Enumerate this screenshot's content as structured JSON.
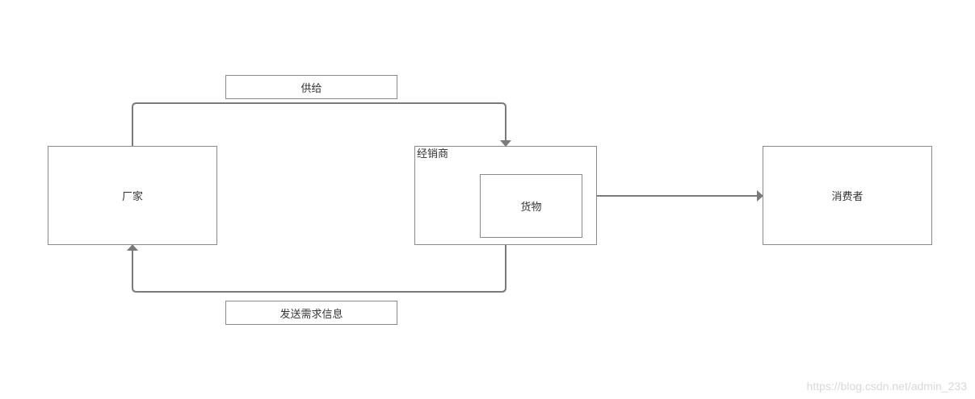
{
  "diagram": {
    "nodes": {
      "manufacturer": "厂家",
      "distributor": "经销商",
      "goods": "货物",
      "consumer": "消费者"
    },
    "edges": {
      "supply_label": "供给",
      "demand_label": "发送需求信息"
    },
    "stroke_color": "#7a7a7a",
    "border_color": "#8a8a8a"
  },
  "watermark": "https://blog.csdn.net/admin_233"
}
